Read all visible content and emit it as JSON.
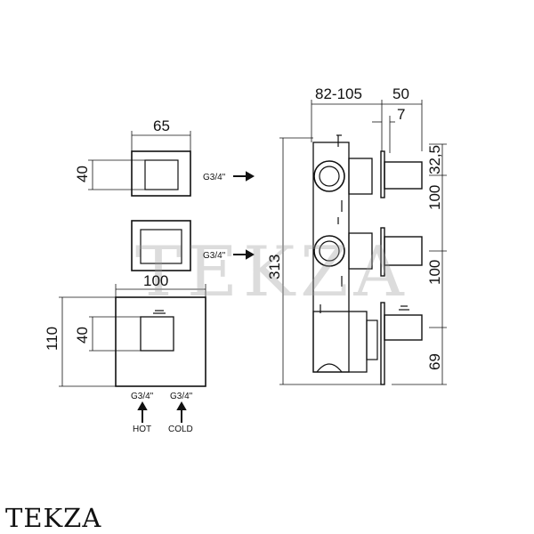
{
  "dimensions": {
    "top_width": "65",
    "top_height": "40",
    "plate_width": "100",
    "plate_height": "110",
    "plate_inner": "40",
    "side_depth": "82-105",
    "side_handle": "50",
    "side_gap": "7",
    "side_top": "32,5",
    "side_mid1": "100",
    "side_mid2": "100",
    "side_bottom": "69",
    "side_total": "313"
  },
  "connections": {
    "upper": "G3/4\"",
    "middle": "G3/4\"",
    "hot": "G3/4\"",
    "cold": "G3/4\""
  },
  "labels": {
    "hot": "HOT",
    "cold": "COLD"
  },
  "brand": {
    "footer": "TEKZA",
    "watermark": "TEKZA"
  }
}
